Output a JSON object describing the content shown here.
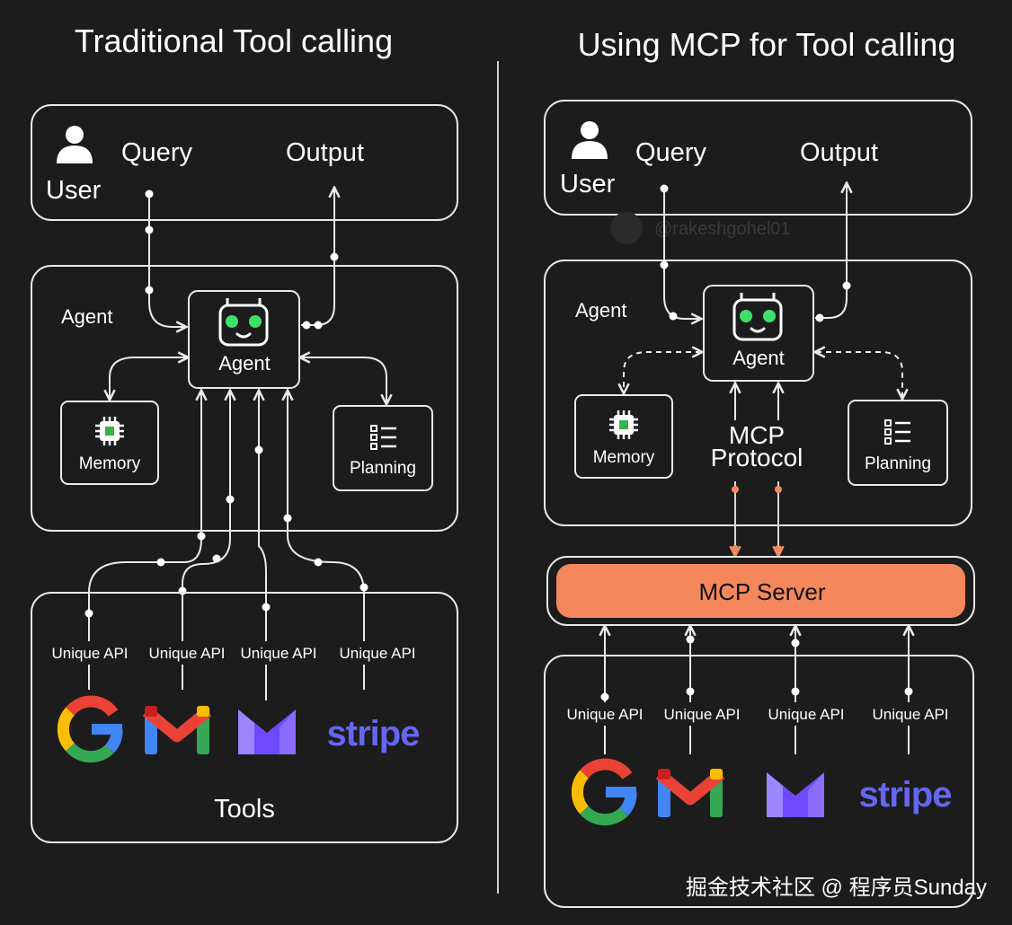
{
  "left": {
    "title": "Traditional Tool calling",
    "user_label": "User",
    "query_label": "Query",
    "output_label": "Output",
    "agent_section_label": "Agent",
    "agent_node_label": "Agent",
    "memory_label": "Memory",
    "planning_label": "Planning",
    "api_labels": [
      "Unique API",
      "Unique API",
      "Unique API",
      "Unique API"
    ],
    "stripe_text": "stripe",
    "tools_label": "Tools"
  },
  "right": {
    "title": "Using MCP for Tool calling",
    "user_label": "User",
    "query_label": "Query",
    "output_label": "Output",
    "watermark": "@rakeshgohel01",
    "agent_section_label": "Agent",
    "agent_node_label": "Agent",
    "memory_label": "Memory",
    "planning_label": "Planning",
    "mcp_protocol_line1": "MCP",
    "mcp_protocol_line2": "Protocol",
    "mcp_server_label": "MCP Server",
    "api_labels": [
      "Unique API",
      "Unique API",
      "Unique API",
      "Unique API"
    ],
    "stripe_text": "stripe"
  },
  "footer": "掘金技术社区 @ 程序员Sunday",
  "colors": {
    "background": "#1c1c1c",
    "mcp_server_fill": "#f4875b",
    "stripe": "#6466f1",
    "robot_eyes": "#3ee06a"
  },
  "icons": [
    "user-icon",
    "robot-icon",
    "chip-icon",
    "list-icon",
    "google-logo",
    "gmail-logo",
    "proton-logo",
    "stripe-logo"
  ]
}
